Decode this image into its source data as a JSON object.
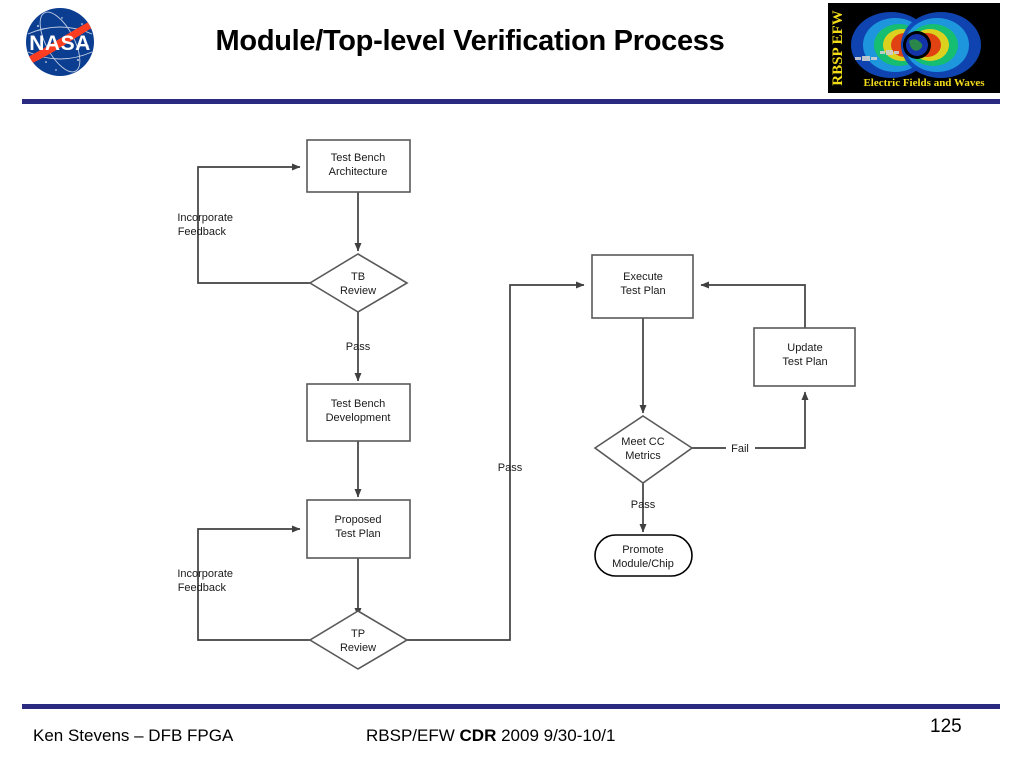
{
  "slide": {
    "title": "Module/Top-level Verification Process",
    "page_number": "125",
    "accent_color": "#2a2a80"
  },
  "logos": {
    "nasa": {
      "name": "nasa-meatball-logo",
      "wordmark": "NASA"
    },
    "rbsp": {
      "name": "rbsp-efw-logo",
      "vertical_text": "RBSP EFW",
      "caption": "Electric Fields and Waves"
    }
  },
  "footer": {
    "author": "Ken Stevens – DFB FPGA",
    "event_prefix": "RBSP/EFW ",
    "event_bold": "CDR",
    "event_suffix": " 2009 9/30-10/1"
  },
  "flowchart": {
    "nodes": {
      "test_bench_architecture": {
        "line1": "Test Bench",
        "line2": "Architecture",
        "shape": "rect"
      },
      "tb_review": {
        "line1": "TB",
        "line2": "Review",
        "shape": "diamond"
      },
      "test_bench_development": {
        "line1": "Test Bench",
        "line2": "Development",
        "shape": "rect"
      },
      "proposed_test_plan": {
        "line1": "Proposed",
        "line2": "Test Plan",
        "shape": "rect"
      },
      "tp_review": {
        "line1": "TP",
        "line2": "Review",
        "shape": "diamond"
      },
      "execute_test_plan": {
        "line1": "Execute",
        "line2": "Test Plan",
        "shape": "rect"
      },
      "meet_cc_metrics": {
        "line1": "Meet CC",
        "line2": "Metrics",
        "shape": "diamond"
      },
      "update_test_plan": {
        "line1": "Update",
        "line2": "Test Plan",
        "shape": "rect"
      },
      "promote_module_chip": {
        "line1": "Promote",
        "line2": "Module/Chip",
        "shape": "terminator"
      }
    },
    "edge_labels": {
      "incorporate_feedback_top_l1": "Incorporate",
      "incorporate_feedback_top_l2": "Feedback",
      "incorporate_feedback_bottom_l1": "Incorporate",
      "incorporate_feedback_bottom_l2": "Feedback",
      "tb_pass": "Pass",
      "tp_pass": "Pass",
      "cc_pass": "Pass",
      "cc_fail": "Fail"
    }
  }
}
